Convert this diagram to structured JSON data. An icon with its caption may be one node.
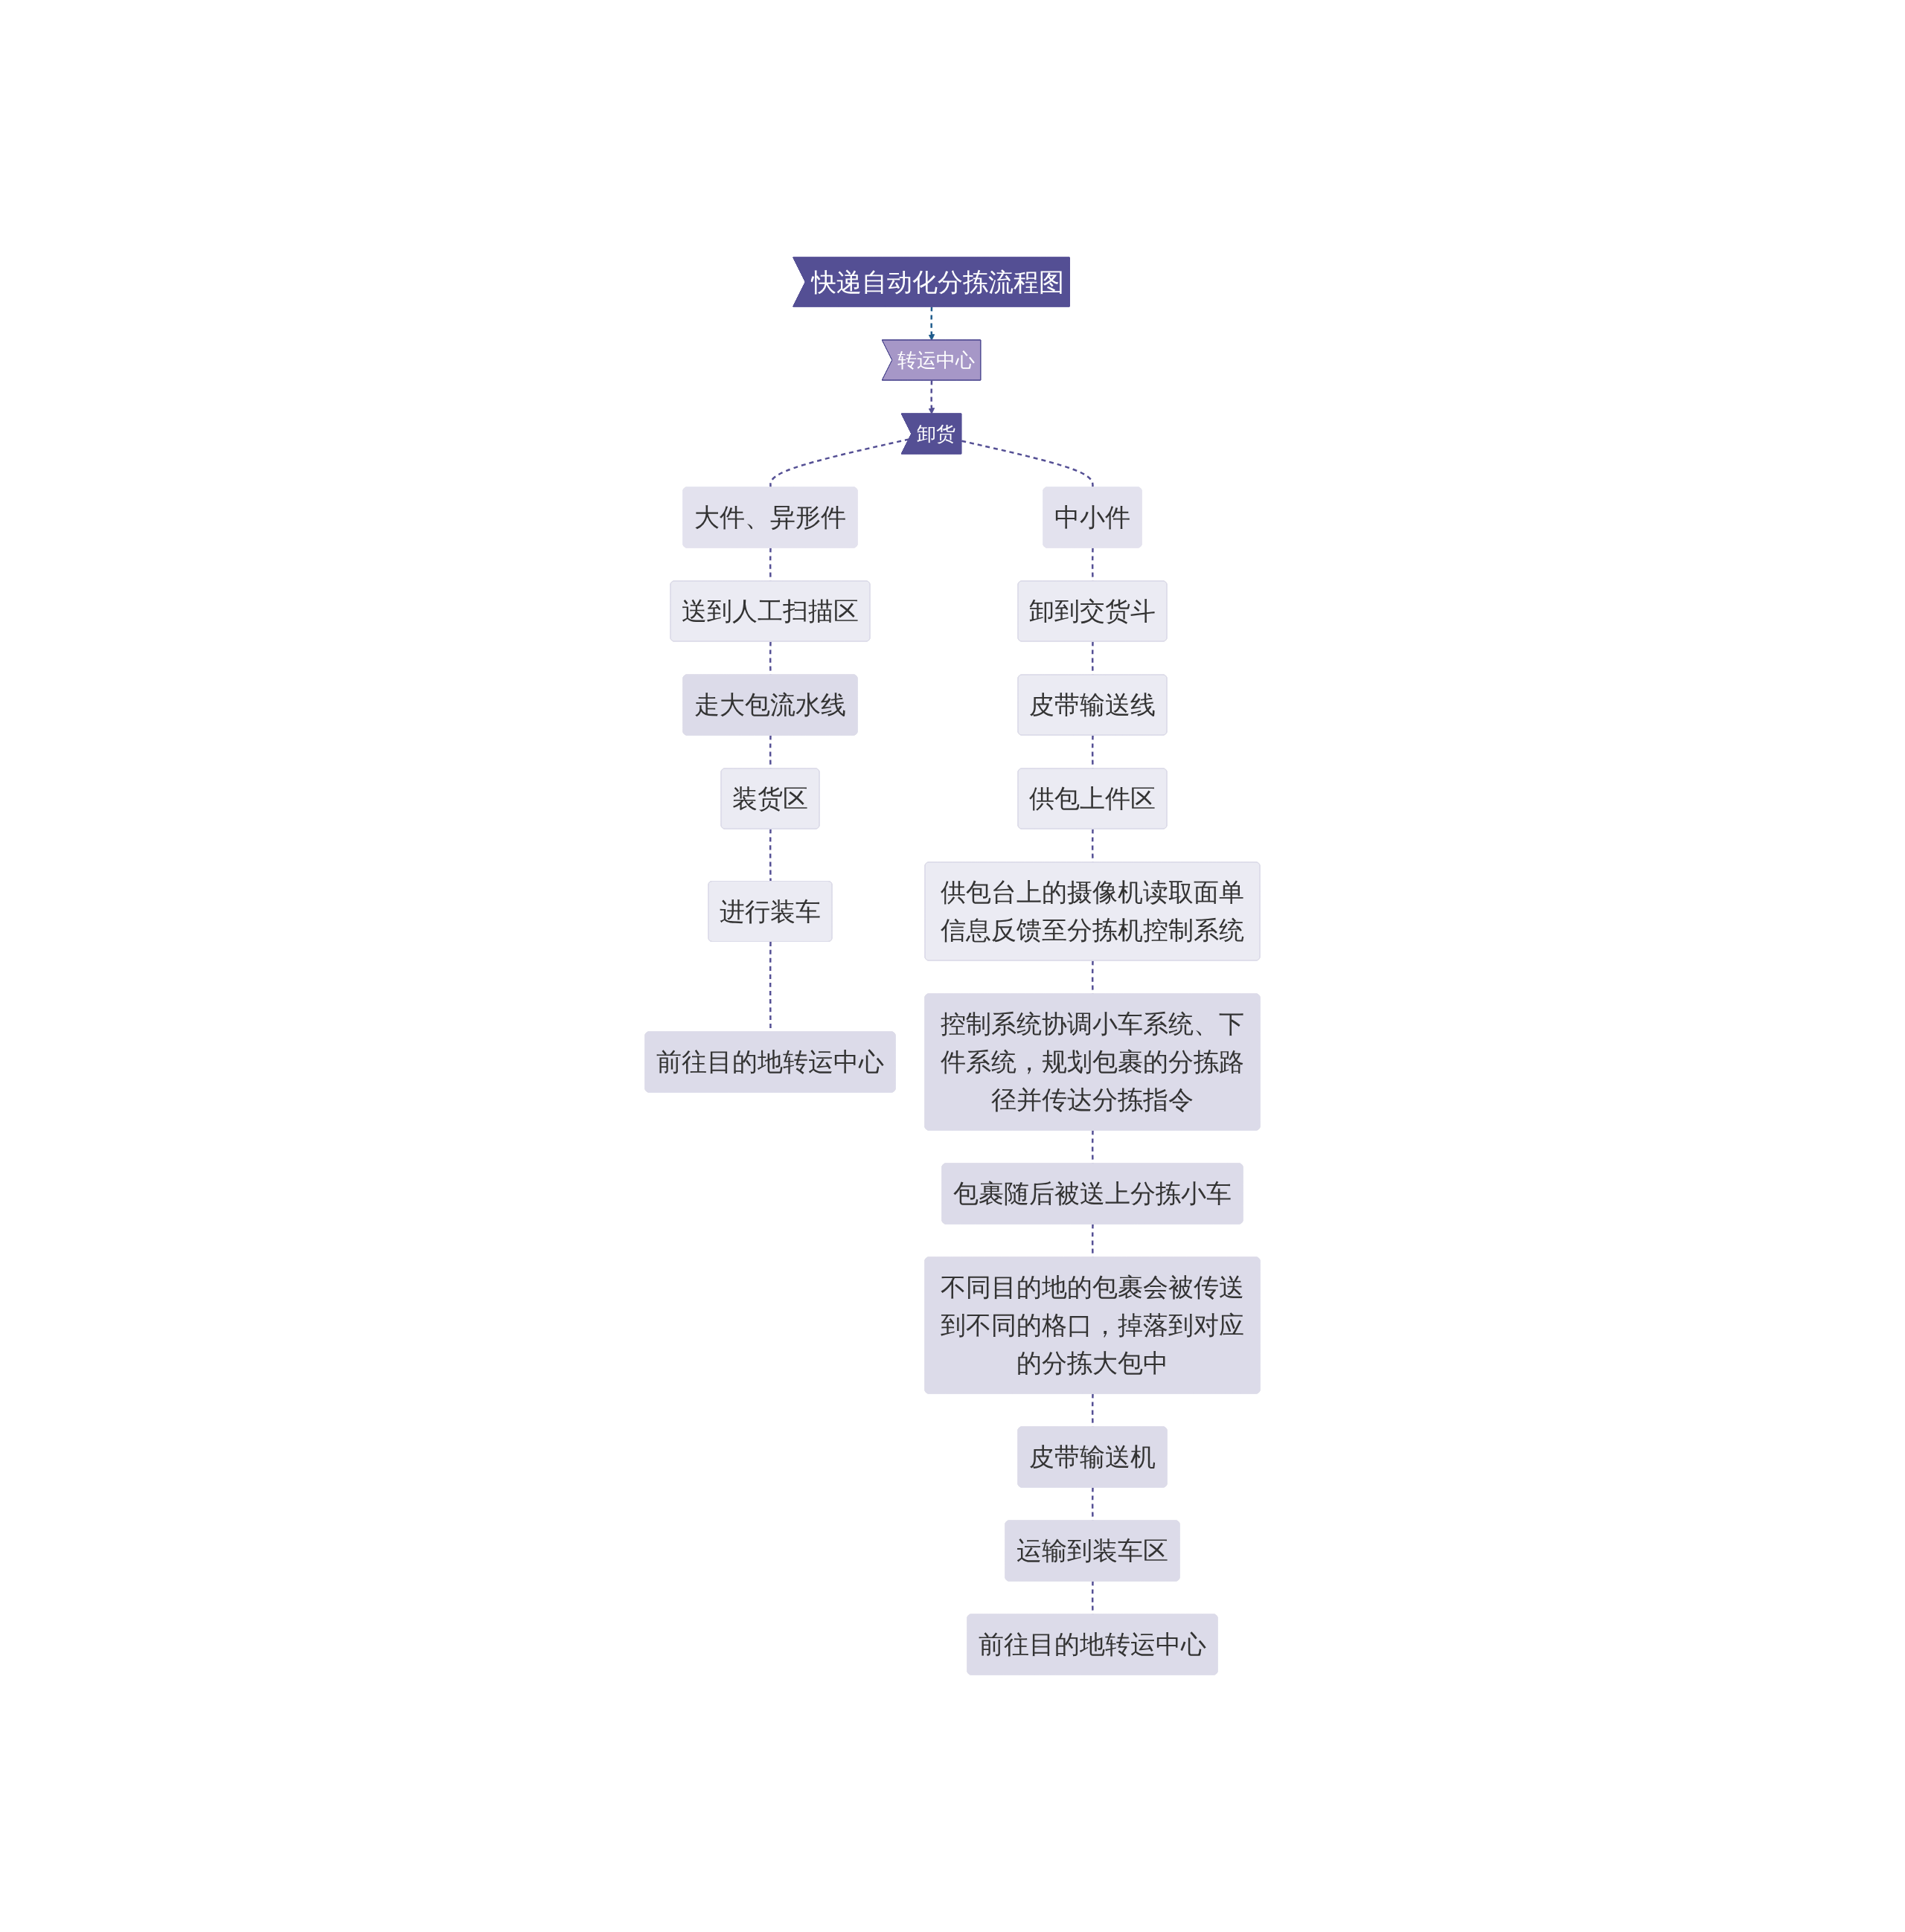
{
  "diagram": {
    "nodes": [
      {
        "text": [
          "快递自动化分拣流程图"
        ]
      },
      {
        "text": [
          "转运中心"
        ]
      },
      {
        "text": [
          "卸货"
        ]
      },
      {
        "text": [
          "大件、异形件"
        ]
      },
      {
        "text": [
          "中小件"
        ]
      },
      {
        "text": [
          "送到人工扫描区"
        ]
      },
      {
        "text": [
          "走大包流水线"
        ]
      },
      {
        "text": [
          "装货区"
        ]
      },
      {
        "text": [
          "进行装车"
        ]
      },
      {
        "text": [
          "前往目的地转运中心"
        ]
      },
      {
        "text": [
          "卸到交货斗"
        ]
      },
      {
        "text": [
          "皮带输送线"
        ]
      },
      {
        "text": [
          "供包上件区"
        ]
      },
      {
        "text": [
          "供包台上的摄像机读取面单信息反馈至分拣机控制系统"
        ]
      },
      {
        "text": [
          "控制系统协调小车系统、下件系统，规划包裹的分拣路径并传达分拣指令"
        ]
      },
      {
        "text": [
          "包裹随后被送上分拣小车"
        ]
      },
      {
        "text": [
          "不同目的地的包裹会被传送到不同的格口，掉落到对应的分拣大包中"
        ]
      },
      {
        "text": [
          "皮带输送机"
        ]
      },
      {
        "text": [
          "运输到装车区"
        ]
      },
      {
        "text": [
          "前往目的地转运中心"
        ]
      }
    ],
    "edges": [
      {
        "from": 0,
        "to": 1,
        "arrow": "to",
        "style": "dashed",
        "color": "#1f5c8c"
      },
      {
        "from": 1,
        "to": 2,
        "arrow": "to",
        "style": "dashed"
      },
      {
        "from": 2,
        "to": 3,
        "arrow": "none",
        "style": "dashed"
      },
      {
        "from": 2,
        "to": 4,
        "arrow": "none",
        "style": "dashed"
      },
      {
        "from": 3,
        "to": 5,
        "arrow": "none",
        "style": "dashed"
      },
      {
        "from": 5,
        "to": 6,
        "arrow": "none",
        "style": "dashed"
      },
      {
        "from": 6,
        "to": 7,
        "arrow": "none",
        "style": "dashed"
      },
      {
        "from": 7,
        "to": 8,
        "arrow": "none",
        "style": "dashed"
      },
      {
        "from": 8,
        "to": 9,
        "arrow": "none",
        "style": "dashed"
      },
      {
        "from": 4,
        "to": 10,
        "arrow": "none",
        "style": "dashed"
      },
      {
        "from": 10,
        "to": 11,
        "arrow": "none",
        "style": "dashed"
      },
      {
        "from": 11,
        "to": 12,
        "arrow": "none",
        "style": "dashed"
      },
      {
        "from": 12,
        "to": 13,
        "arrow": "none",
        "style": "dashed"
      },
      {
        "from": 13,
        "to": 14,
        "arrow": "none",
        "style": "dashed"
      },
      {
        "from": 14,
        "to": 15,
        "arrow": "none",
        "style": "dashed"
      },
      {
        "from": 15,
        "to": 16,
        "arrow": "none",
        "style": "dashed"
      },
      {
        "from": 16,
        "to": 17,
        "arrow": "none",
        "style": "dashed"
      },
      {
        "from": 17,
        "to": 18,
        "arrow": "none",
        "style": "dashed"
      },
      {
        "from": 18,
        "to": 19,
        "arrow": "none",
        "style": "dashed"
      }
    ]
  }
}
